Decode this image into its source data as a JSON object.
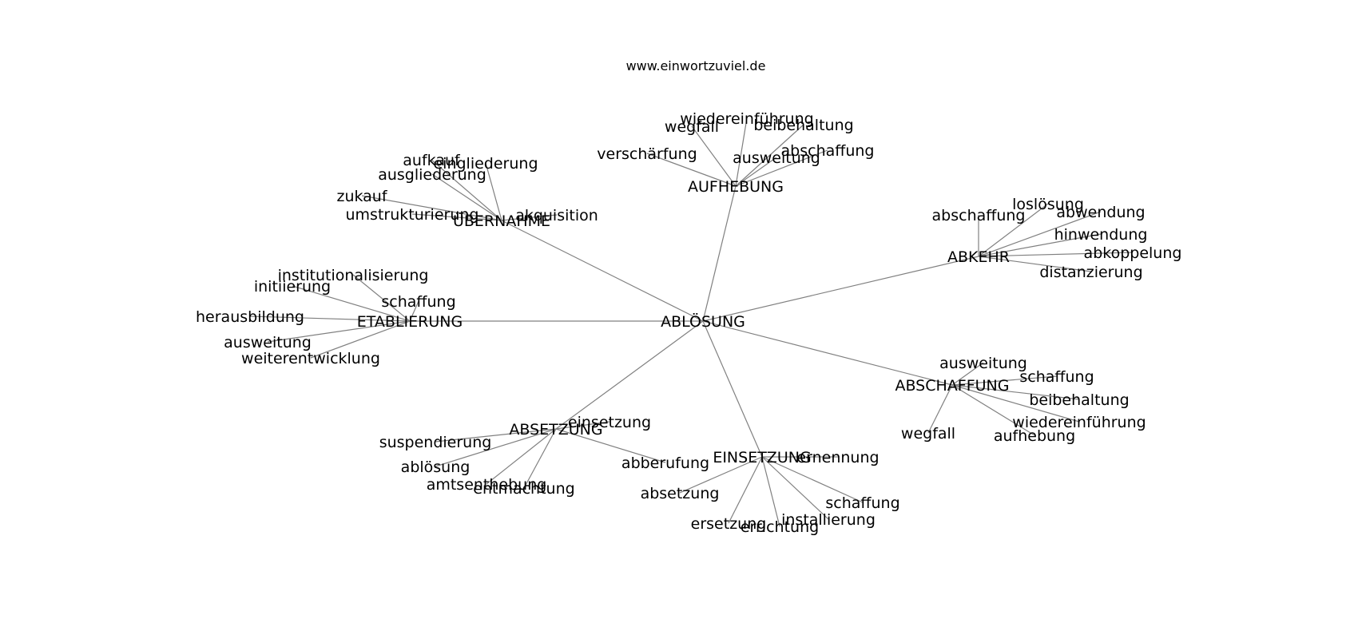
{
  "header": {
    "site": "www.einwortzuviel.de"
  },
  "graph": {
    "center": "ABLÖSUNG",
    "hubs": [
      {
        "id": "aufhebung",
        "label": "AUFHEBUNG",
        "leaves": [
          "wiedereinführung",
          "wegfall",
          "beibehaltung",
          "verschärfung",
          "ausweitung",
          "abschaffung"
        ]
      },
      {
        "id": "uebernahme",
        "label": "ÜBERNAHME",
        "leaves": [
          "aufkauf",
          "eingliederung",
          "ausgliederung",
          "zukauf",
          "umstrukturierung",
          "akquisition"
        ]
      },
      {
        "id": "abkehr",
        "label": "ABKEHR",
        "leaves": [
          "loslösung",
          "abschaffung",
          "abwendung",
          "hinwendung",
          "abkoppelung",
          "distanzierung"
        ]
      },
      {
        "id": "etablierung",
        "label": "ETABLIERUNG",
        "leaves": [
          "institutionalisierung",
          "initiierung",
          "schaffung",
          "herausbildung",
          "ausweitung",
          "weiterentwicklung"
        ]
      },
      {
        "id": "abschaffung",
        "label": "ABSCHAFFUNG",
        "leaves": [
          "ausweitung",
          "schaffung",
          "beibehaltung",
          "wiedereinführung",
          "wegfall",
          "aufhebung"
        ]
      },
      {
        "id": "absetzung",
        "label": "ABSETZUNG",
        "leaves": [
          "einsetzung",
          "suspendierung",
          "abberufung",
          "ablösung",
          "amtsenthebung",
          "entmachtung"
        ]
      },
      {
        "id": "einsetzung",
        "label": "EINSETZUNG",
        "leaves": [
          "ernennung",
          "absetzung",
          "schaffung",
          "installierung",
          "ersetzung",
          "errichtung"
        ]
      }
    ]
  }
}
